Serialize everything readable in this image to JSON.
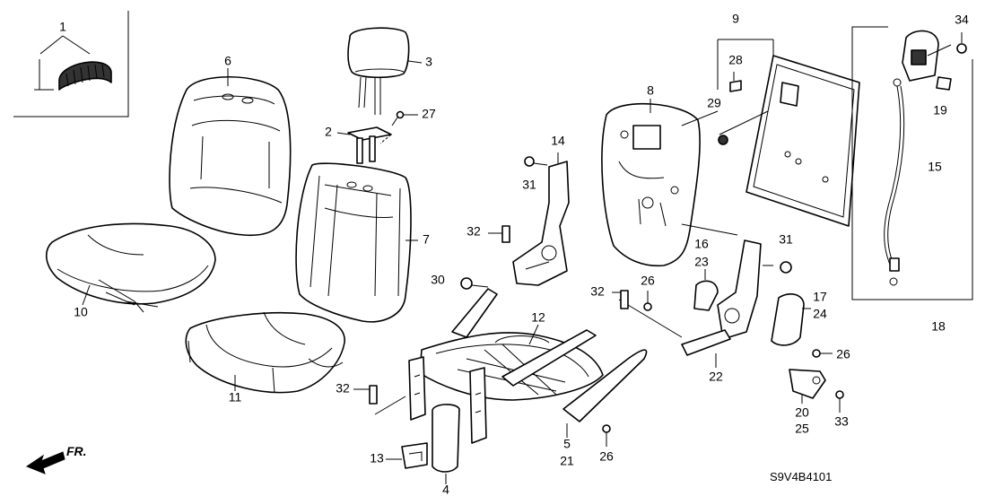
{
  "diagram": {
    "code": "S9V4B4101",
    "front_indicator": "FR.",
    "part_numbers": {
      "p1": "1",
      "p2": "2",
      "p3": "3",
      "p4": "4",
      "p5": "5",
      "p6": "6",
      "p7": "7",
      "p8": "8",
      "p9": "9",
      "p10": "10",
      "p11": "11",
      "p12": "12",
      "p13": "13",
      "p14": "14",
      "p15": "15",
      "p16": "16",
      "p17": "17",
      "p18": "18",
      "p19": "19",
      "p20": "20",
      "p21": "21",
      "p22": "22",
      "p23": "23",
      "p24": "24",
      "p25": "25",
      "p26a": "26",
      "p26b": "26",
      "p26c": "26",
      "p27": "27",
      "p28": "28",
      "p29": "29",
      "p30": "30",
      "p31a": "31",
      "p31b": "31",
      "p32a": "32",
      "p32b": "32",
      "p32c": "32",
      "p33": "33",
      "p34": "34"
    }
  }
}
